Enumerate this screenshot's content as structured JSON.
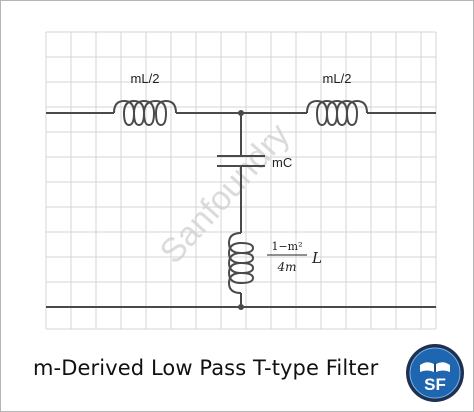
{
  "labels": {
    "left_inductor": "mL/2",
    "right_inductor": "mL/2",
    "capacitor": "mC",
    "shunt_inductor_numerator": "1−m²",
    "shunt_inductor_denominator": "4m",
    "shunt_inductor_symbol": "L"
  },
  "watermark": "Sanfoundry",
  "caption": "m-Derived Low Pass T-type Filter",
  "logo": {
    "text": "SF",
    "icon": "open-book-icon"
  },
  "colors": {
    "grid": "#d4d4d4",
    "wire": "#4a4a4a",
    "badge_ring": "#1d3252",
    "badge_fill": "#1f66b0",
    "watermark": "#cfcfcf"
  }
}
